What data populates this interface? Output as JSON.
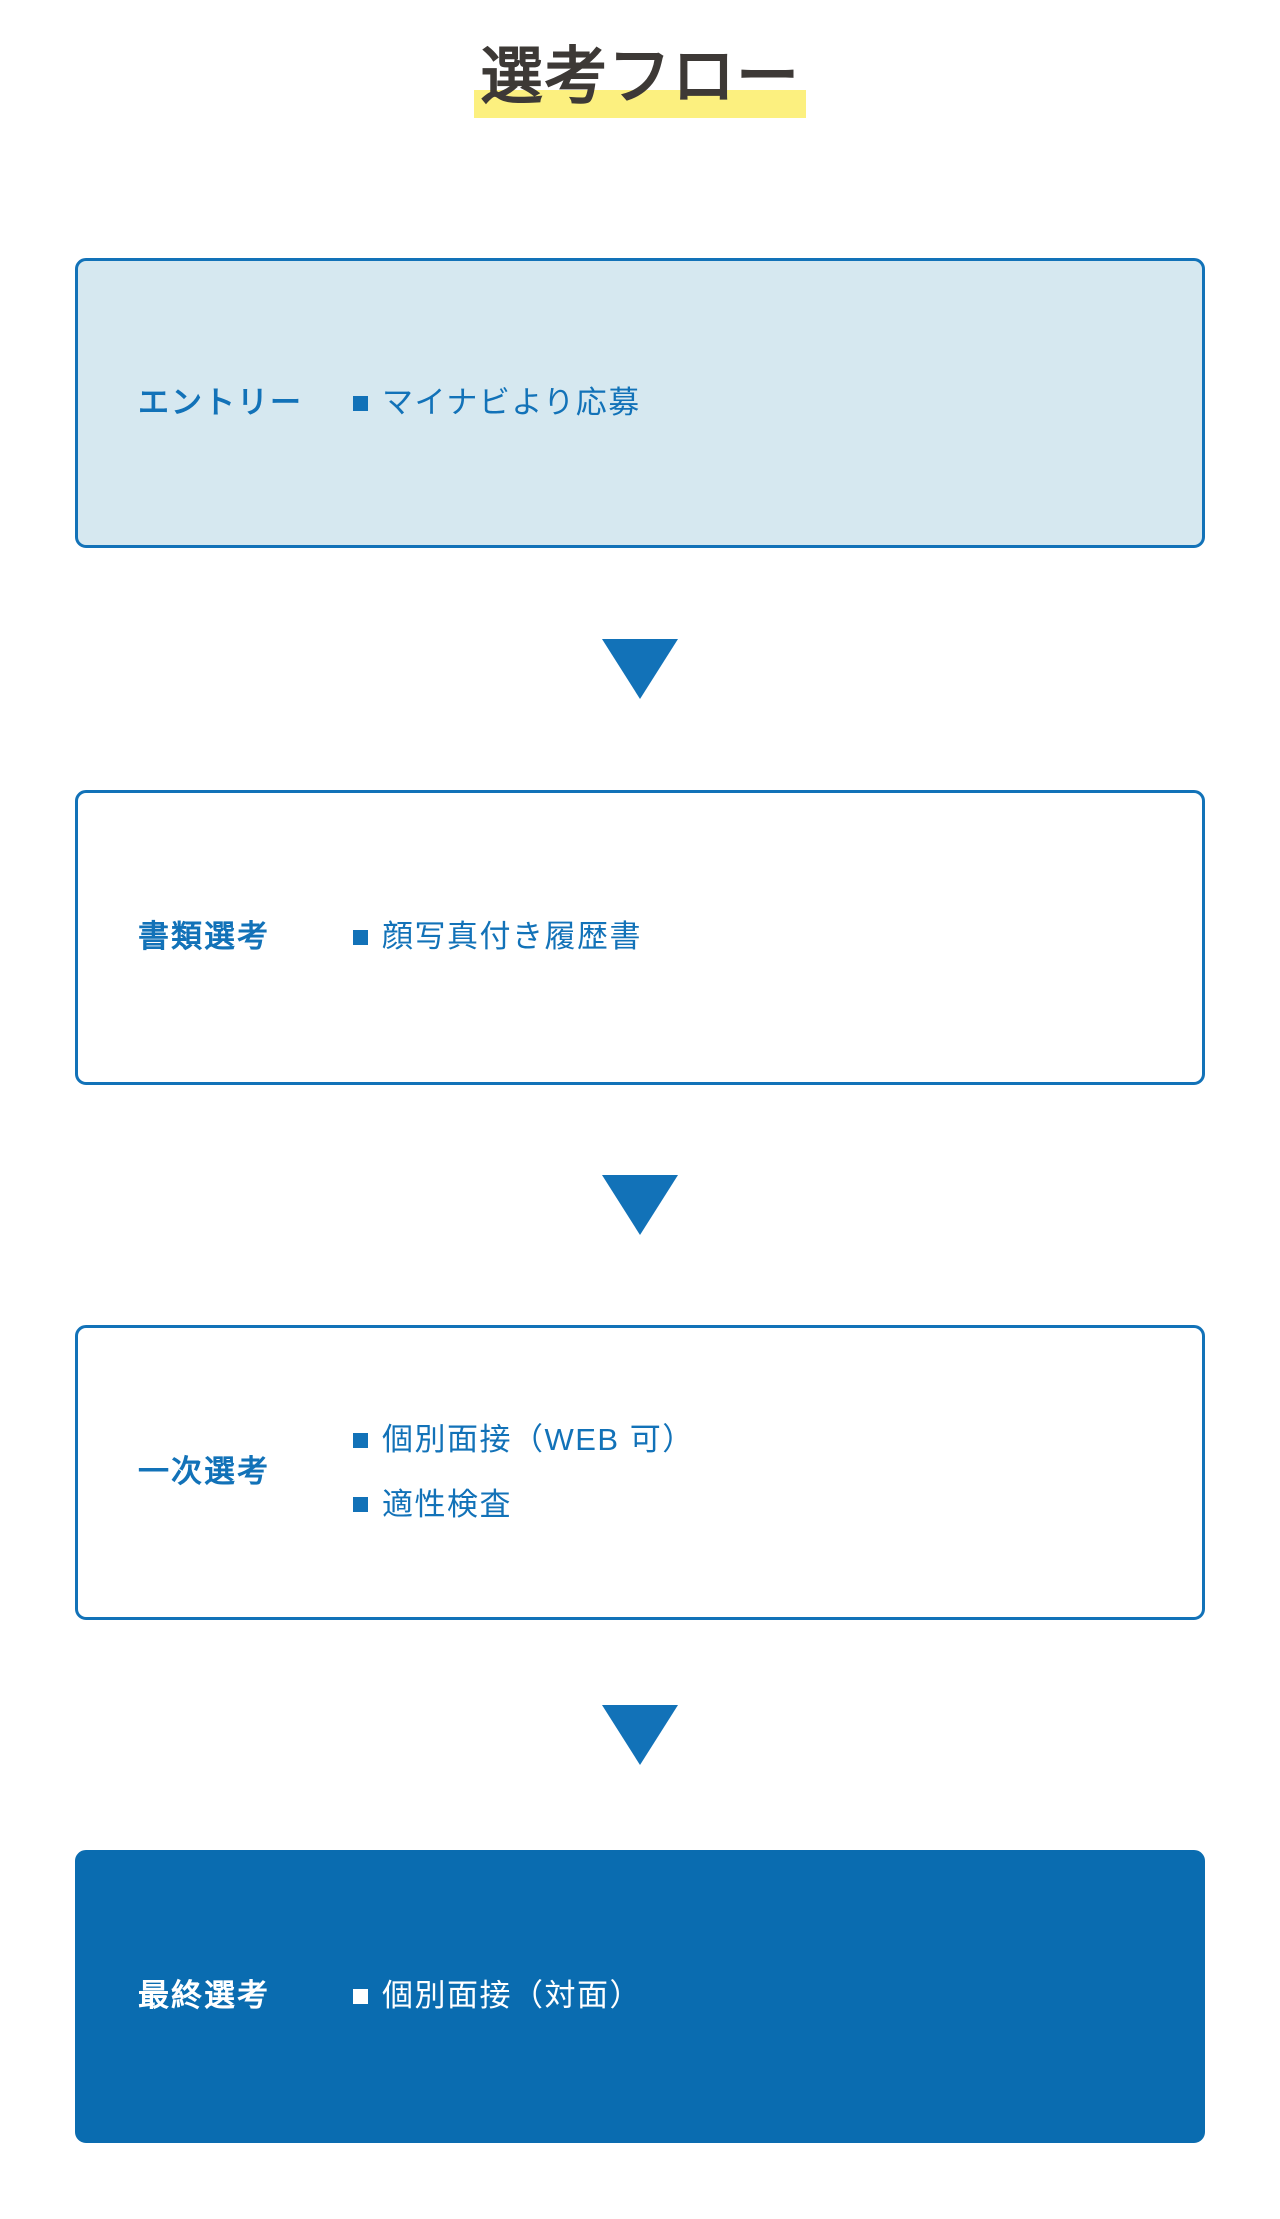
{
  "page": {
    "title": "選考フロー",
    "background_color": "#ffffff"
  },
  "theme": {
    "accent_blue": "#1272b8",
    "fill_blue": "#0a6cb0",
    "light_blue": "#d6e8f0",
    "highlight_yellow": "#fcf07f",
    "title_gray": "#3d3936",
    "white": "#ffffff"
  },
  "flow": {
    "arrow_icon": "triangle-down-icon",
    "bullet_icon": "square-bullet-icon",
    "stages": [
      {
        "label": "エントリー",
        "items": [
          "マイナビより応募"
        ],
        "style": "light-blue-filled"
      },
      {
        "label": "書類選考",
        "items": [
          "顔写真付き履歴書"
        ],
        "style": "white-outlined"
      },
      {
        "label": "一次選考",
        "items": [
          "個別面接（WEB 可）",
          "適性検査"
        ],
        "style": "white-outlined"
      },
      {
        "label": "最終選考",
        "items": [
          "個別面接（対面）"
        ],
        "style": "blue-filled"
      }
    ]
  }
}
